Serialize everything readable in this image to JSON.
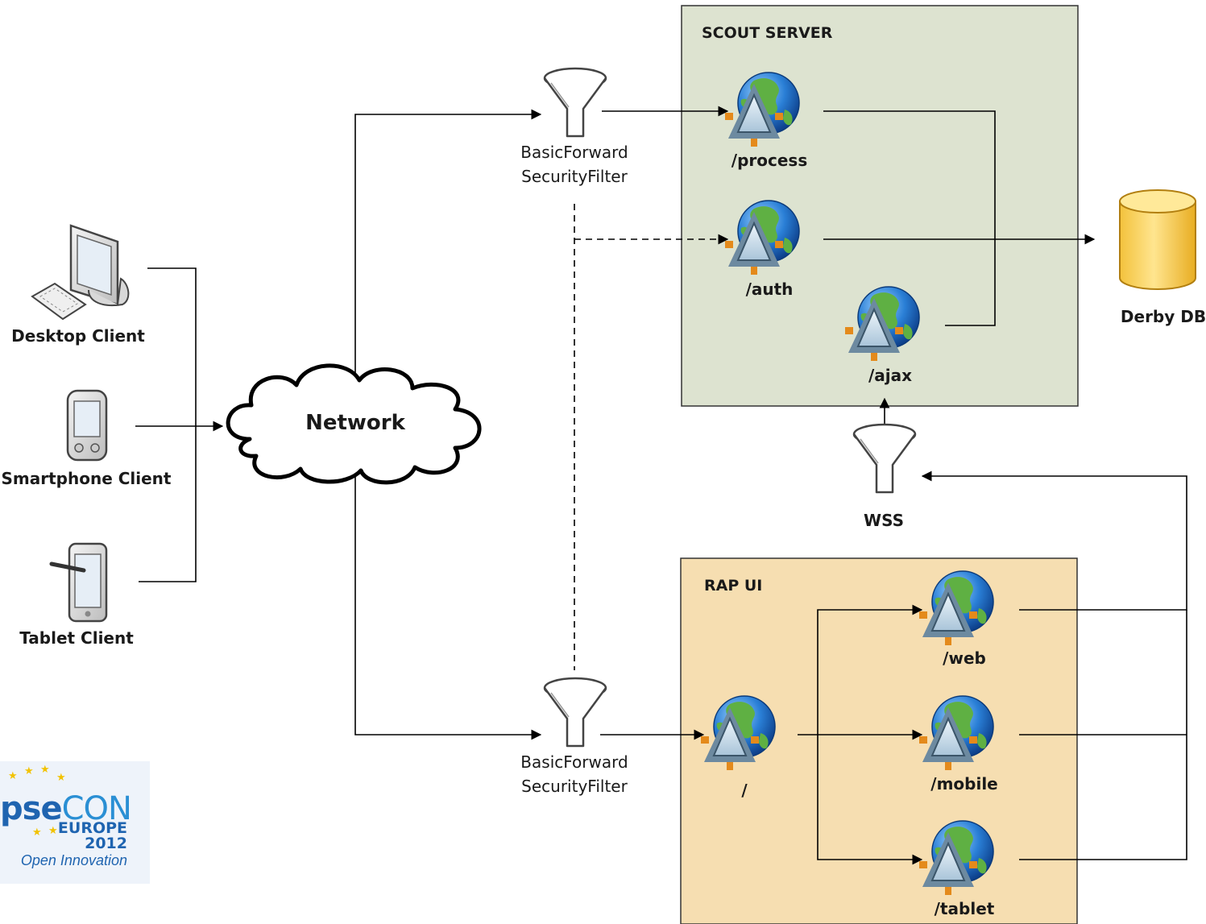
{
  "boxes": {
    "scout_server": {
      "title": "SCOUT SERVER",
      "color": "#dde3d0"
    },
    "rap_ui": {
      "title": "RAP UI",
      "color": "#f6deb1"
    }
  },
  "clients": {
    "desktop": "Desktop Client",
    "smartphone": "Smartphone Client",
    "tablet": "Tablet Client"
  },
  "network": {
    "label": "Network"
  },
  "filters": {
    "top": {
      "line1": "BasicForward",
      "line2": "SecurityFilter"
    },
    "bottom": {
      "line1": "BasicForward",
      "line2": "SecurityFilter"
    },
    "wss": "WSS"
  },
  "servlets": {
    "process": "/process",
    "auth": "/auth",
    "ajax": "/ajax",
    "root": "/",
    "web": "/web",
    "mobile": "/mobile",
    "tablet": "/tablet"
  },
  "database": {
    "label": "Derby DB",
    "color": "#f9d35a"
  },
  "logo": {
    "brand_a": "pse",
    "brand_b": "CON",
    "region": "EUROPE",
    "year": "2012",
    "tagline": "Open Innovation"
  },
  "icons": {
    "servlet": "globe-servlet-icon",
    "filter": "funnel-icon",
    "database": "database-cylinder-icon",
    "cloud": "cloud-icon"
  }
}
